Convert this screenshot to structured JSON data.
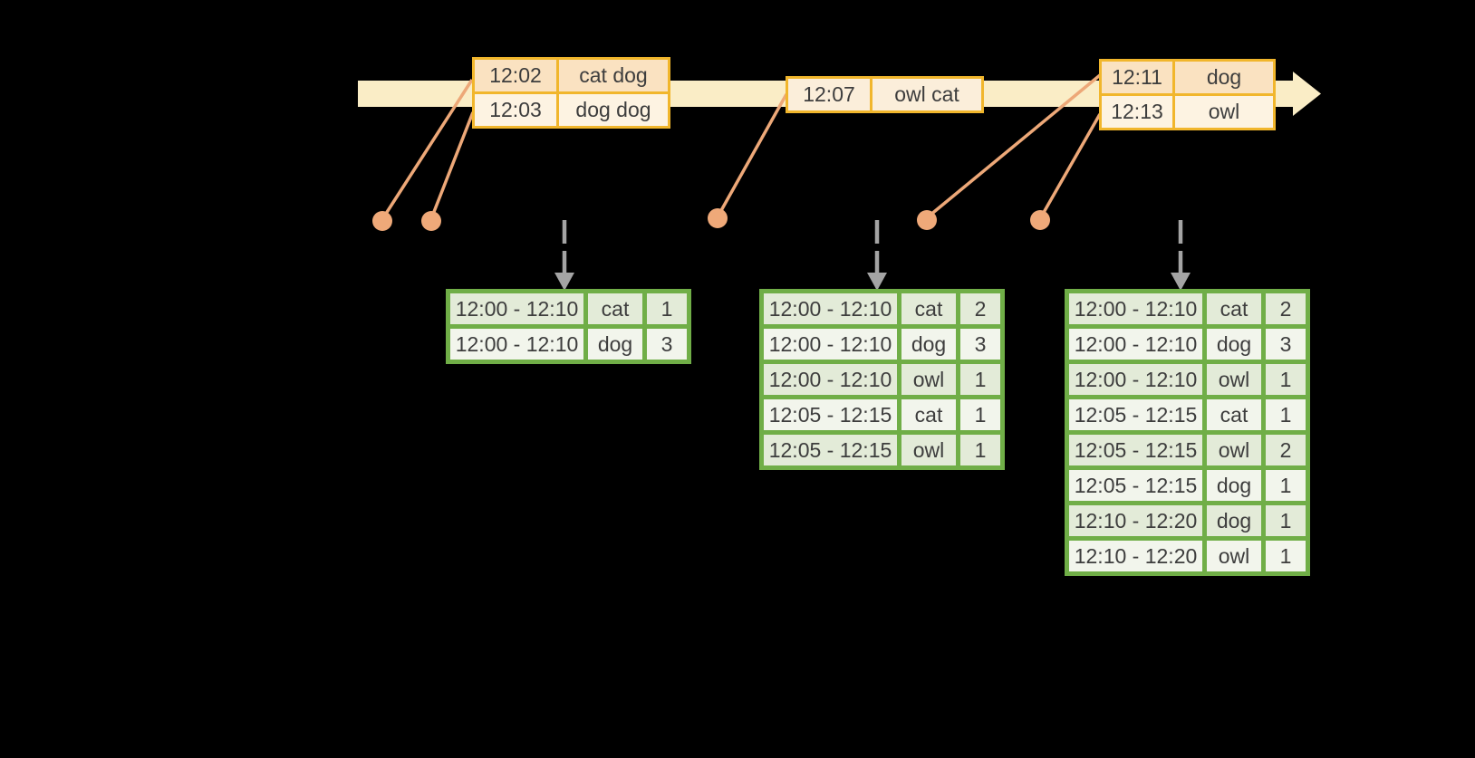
{
  "event_tables": [
    {
      "rows": [
        {
          "time": "12:02",
          "words": "cat dog"
        },
        {
          "time": "12:03",
          "words": "dog dog"
        }
      ]
    },
    {
      "rows": [
        {
          "time": "12:07",
          "words": "owl cat"
        }
      ]
    },
    {
      "rows": [
        {
          "time": "12:11",
          "words": "dog"
        },
        {
          "time": "12:13",
          "words": "owl"
        }
      ]
    }
  ],
  "result_tables": [
    {
      "rows": [
        [
          "12:00 - 12:10",
          "cat",
          "1"
        ],
        [
          "12:00 - 12:10",
          "dog",
          "3"
        ]
      ]
    },
    {
      "rows": [
        [
          "12:00 - 12:10",
          "cat",
          "2"
        ],
        [
          "12:00 - 12:10",
          "dog",
          "3"
        ],
        [
          "12:00 - 12:10",
          "owl",
          "1"
        ],
        [
          "12:05 - 12:15",
          "cat",
          "1"
        ],
        [
          "12:05 - 12:15",
          "owl",
          "1"
        ]
      ]
    },
    {
      "rows": [
        [
          "12:00 - 12:10",
          "cat",
          "2"
        ],
        [
          "12:00 - 12:10",
          "dog",
          "3"
        ],
        [
          "12:00 - 12:10",
          "owl",
          "1"
        ],
        [
          "12:05 - 12:15",
          "cat",
          "1"
        ],
        [
          "12:05 - 12:15",
          "owl",
          "2"
        ],
        [
          "12:05 - 12:15",
          "dog",
          "1"
        ],
        [
          "12:10 - 12:20",
          "dog",
          "1"
        ],
        [
          "12:10 - 12:20",
          "owl",
          "1"
        ]
      ]
    }
  ],
  "colors": {
    "background": "#000000",
    "timeline_band": "#FAEDC6",
    "event_border": "#F1B62C",
    "event_row_primary": "#FAE2C1",
    "event_row_secondary": "#FDF3E2",
    "connector": "#EDA878",
    "trigger_arrow": "#A4A4A4",
    "result_border": "#70AE47",
    "result_row_odd": "#E3EBD8",
    "result_row_even": "#F2F5EC",
    "text": "#3D3D3D"
  }
}
